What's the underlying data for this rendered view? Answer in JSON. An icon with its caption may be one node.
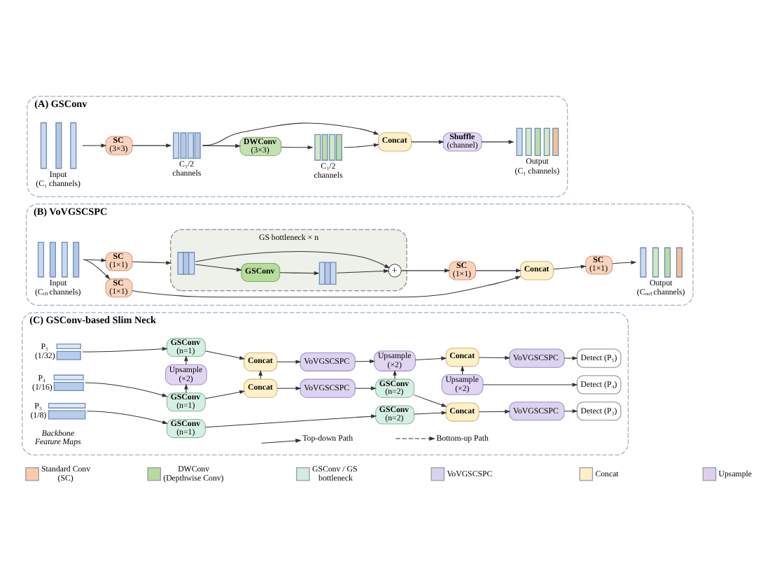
{
  "diagram": {
    "nodes": [
      {
        "text": [
          "(A) GSConv"
        ]
      },
      {
        "text": [],
        "shape": "picture",
        "beside": [
          "Input (C₁ channels)"
        ],
        "in": 0
      },
      {
        "text": [
          "SC",
          "(3×3)"
        ],
        "in": 0
      },
      {
        "text": [],
        "shape": "picture",
        "beside": [
          "C₁/2 channels"
        ],
        "in": 0
      },
      {
        "text": [
          "DWConv",
          "(3×3)"
        ],
        "in": 0
      },
      {
        "text": [],
        "shape": "picture",
        "beside": [
          "C₁/2 channels"
        ],
        "in": 0
      },
      {
        "text": [
          "Concat"
        ],
        "in": 0
      },
      {
        "text": [
          "Shuffle",
          "(channel)"
        ],
        "in": 0
      },
      {
        "text": [],
        "shape": "picture",
        "beside": [
          "Output (C₁ channels)"
        ],
        "in": 0
      },
      {
        "text": [
          "(B) VoVGSCSPC"
        ]
      },
      {
        "text": [],
        "shape": "picture",
        "beside": [
          "Input (Cᵢₙ channels)"
        ],
        "in": 9
      },
      {
        "text": [
          "SC",
          "(1×1)"
        ],
        "in": 9
      },
      {
        "text": [
          "SC",
          "(1×1)"
        ],
        "in": 9
      },
      {
        "text": [
          "GS bottleneck × n"
        ],
        "in": 9
      },
      {
        "text": [],
        "shape": "picture",
        "in": 13
      },
      {
        "text": [
          "GSConv"
        ],
        "in": 13
      },
      {
        "text": [],
        "shape": "picture",
        "in": 13
      },
      {
        "text": [
          "+"
        ],
        "in": 13
      },
      {
        "text": [
          "SC",
          "(1×1)"
        ],
        "in": 9
      },
      {
        "text": [
          "Concat"
        ],
        "in": 9
      },
      {
        "text": [
          "SC",
          "(1×1)"
        ],
        "in": 9
      },
      {
        "text": [],
        "shape": "picture",
        "beside": [
          "Output (Cₒᵤₜ channels)"
        ],
        "in": 9
      },
      {
        "text": [
          "(C) GSConv-based Slim Neck"
        ]
      },
      {
        "text": [],
        "shape": "box",
        "beside": [
          "P₅ (1/32)"
        ],
        "in": 22
      },
      {
        "text": [],
        "shape": "box",
        "beside": [
          "P₄ (1/16)"
        ],
        "in": 22
      },
      {
        "text": [],
        "shape": "box",
        "beside": [
          "P₃ (1/8)"
        ],
        "in": 22
      },
      {
        "text": [
          "GSConv",
          "(n=1)"
        ],
        "in": 22
      },
      {
        "text": [
          "Upsample",
          "(×2)"
        ],
        "in": 22
      },
      {
        "text": [
          "GSConv",
          "(n=1)"
        ],
        "in": 22
      },
      {
        "text": [
          "GSConv",
          "(n=1)"
        ],
        "in": 22
      },
      {
        "text": [
          "Concat"
        ],
        "in": 22
      },
      {
        "text": [
          "Concat"
        ],
        "in": 22
      },
      {
        "text": [
          "VoVGSCSPC"
        ],
        "in": 22
      },
      {
        "text": [
          "VoVGSCSPC"
        ],
        "in": 22
      },
      {
        "text": [
          "Upsample",
          "(×2)"
        ],
        "in": 22
      },
      {
        "text": [
          "GSConv",
          "(n=2)"
        ],
        "in": 22
      },
      {
        "text": [
          "GSConv",
          "(n=2)"
        ],
        "in": 22
      },
      {
        "text": [
          "Concat"
        ],
        "in": 22
      },
      {
        "text": [
          "Concat"
        ],
        "in": 22
      },
      {
        "text": [
          "Upsample",
          "(×2)"
        ],
        "in": 22
      },
      {
        "text": [
          "VoVGSCSPC"
        ],
        "in": 22
      },
      {
        "text": [
          "VoVGSCSPC"
        ],
        "in": 22
      },
      {
        "text": [
          "Detect (P₅)"
        ],
        "in": 22
      },
      {
        "text": [
          "Detect (P₄)"
        ],
        "in": 22
      },
      {
        "text": [
          "Detect (P₃)"
        ],
        "in": 22
      }
    ],
    "edges": [
      {
        "from": 1,
        "to": 2,
        "arrow": "to"
      },
      {
        "from": 2,
        "to": 3,
        "arrow": "to"
      },
      {
        "from": 3,
        "to": 4,
        "arrow": "to"
      },
      {
        "from": 3,
        "to": 6,
        "arrow": "to"
      },
      {
        "from": 4,
        "to": 5,
        "arrow": "to"
      },
      {
        "from": 5,
        "to": 6,
        "arrow": "to"
      },
      {
        "from": 6,
        "to": 7,
        "arrow": "to"
      },
      {
        "from": 7,
        "to": 8,
        "arrow": "to"
      },
      {
        "from": 10,
        "to": 11,
        "arrow": "to"
      },
      {
        "from": 10,
        "to": 12,
        "arrow": "to"
      },
      {
        "from": 11,
        "to": 13,
        "arrow": "to"
      },
      {
        "from": 14,
        "to": 15,
        "arrow": "to"
      },
      {
        "from": 15,
        "to": 16,
        "arrow": "to"
      },
      {
        "from": 16,
        "to": 17,
        "arrow": "to"
      },
      {
        "from": 14,
        "to": 17,
        "arrow": "to"
      },
      {
        "from": 17,
        "to": 18,
        "arrow": "to"
      },
      {
        "from": 18,
        "to": 19,
        "arrow": "to"
      },
      {
        "from": 12,
        "to": 19,
        "arrow": "to"
      },
      {
        "from": 19,
        "to": 20,
        "arrow": "to"
      },
      {
        "from": 20,
        "to": 21,
        "arrow": "to"
      },
      {
        "from": 23,
        "to": 26,
        "arrow": "to"
      },
      {
        "from": 24,
        "to": 28,
        "arrow": "to"
      },
      {
        "from": 25,
        "to": 29,
        "arrow": "to"
      },
      {
        "from": 28,
        "to": 27,
        "arrow": "to"
      },
      {
        "from": 27,
        "to": 26,
        "arrow": "to"
      },
      {
        "from": 26,
        "to": 30,
        "arrow": "to"
      },
      {
        "from": 28,
        "to": 31,
        "arrow": "to"
      },
      {
        "from": 31,
        "to": 30,
        "arrow": "to"
      },
      {
        "from": 30,
        "to": 32,
        "arrow": "to"
      },
      {
        "from": 31,
        "to": 33,
        "arrow": "to"
      },
      {
        "from": 32,
        "to": 34,
        "arrow": "to"
      },
      {
        "from": 33,
        "to": 35,
        "arrow": "to"
      },
      {
        "from": 35,
        "to": 34,
        "arrow": "to"
      },
      {
        "from": 34,
        "to": 38,
        "arrow": "to"
      },
      {
        "from": 35,
        "to": 37,
        "arrow": "to"
      },
      {
        "from": 29,
        "to": 36,
        "arrow": "to"
      },
      {
        "from": 36,
        "to": 37,
        "arrow": "to"
      },
      {
        "from": 37,
        "to": 40,
        "arrow": "to"
      },
      {
        "from": 39,
        "to": 38,
        "arrow": "to"
      },
      {
        "from": 38,
        "to": 41,
        "arrow": "to"
      },
      {
        "from": 41,
        "to": 42,
        "arrow": "to"
      },
      {
        "from": 39,
        "to": 43,
        "arrow": "to"
      },
      {
        "from": 40,
        "to": 44,
        "arrow": "to"
      }
    ],
    "labels": [
      "Backbone Feature Maps"
    ],
    "legend": [
      {
        "text": "Top-down Path"
      },
      {
        "text": "Bottom-up Path"
      },
      {
        "text": "Standard Conv (SC)",
        "color": "#f8cbad"
      },
      {
        "text": "DWConv (Depthwise Conv)",
        "color": "#b9d99f"
      },
      {
        "text": "GSConv / GS bottleneck",
        "color": "#d3ece0"
      },
      {
        "text": "VoVGSCSPC",
        "color": "#d9d2ee"
      },
      {
        "text": "Concat",
        "color": "#fdf0c7"
      },
      {
        "text": "Upsample",
        "color": "#dcd0ee"
      }
    ]
  }
}
